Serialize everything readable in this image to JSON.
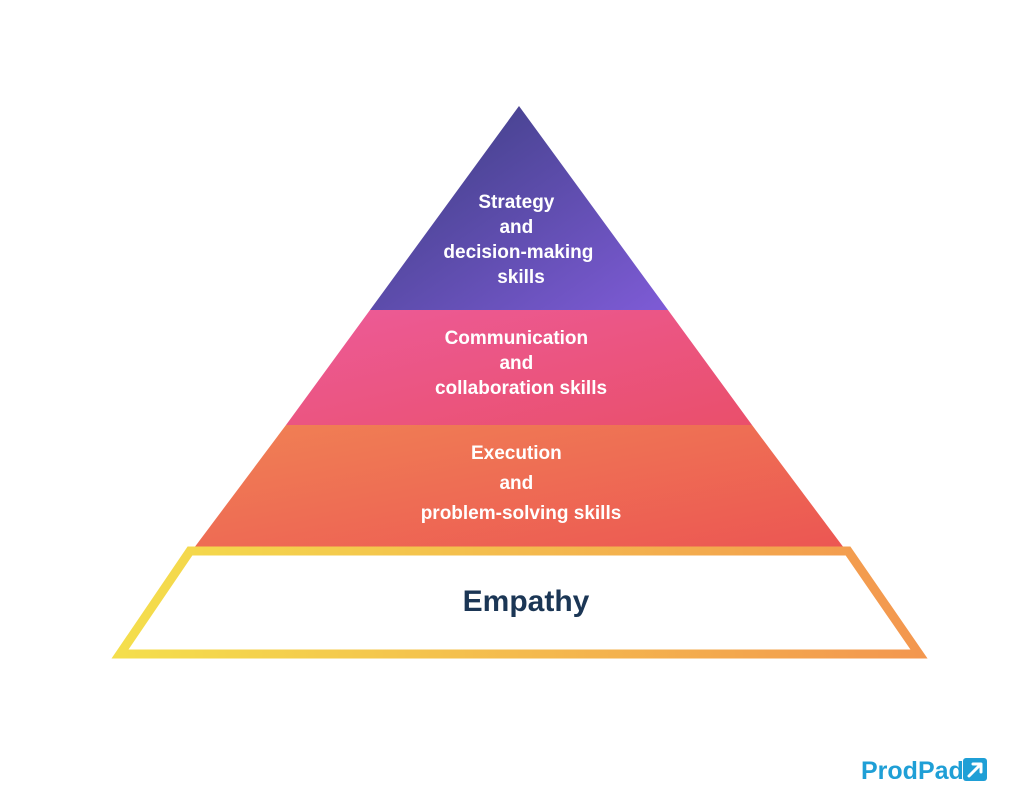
{
  "pyramid": {
    "tiers": [
      {
        "lines": [
          "Strategy",
          "and",
          "decision-making",
          "skills"
        ]
      },
      {
        "lines": [
          "Communication",
          "and",
          "collaboration skills"
        ]
      },
      {
        "lines": [
          "Execution",
          "and",
          "problem-solving skills"
        ]
      }
    ],
    "base": {
      "label": "Empathy"
    }
  },
  "logo": {
    "text": "ProdPad"
  },
  "colors": {
    "tier_top": [
      "#3f4487",
      "#7c5bd2"
    ],
    "tier_middle": [
      "#ec5a92",
      "#ea4f6e"
    ],
    "tier_bottom": [
      "#f07b55",
      "#ec5852"
    ],
    "base_outline": [
      "#f4d64b",
      "#f39b50"
    ],
    "base_label": "#1b3655",
    "logo": "#1f9fd6"
  }
}
